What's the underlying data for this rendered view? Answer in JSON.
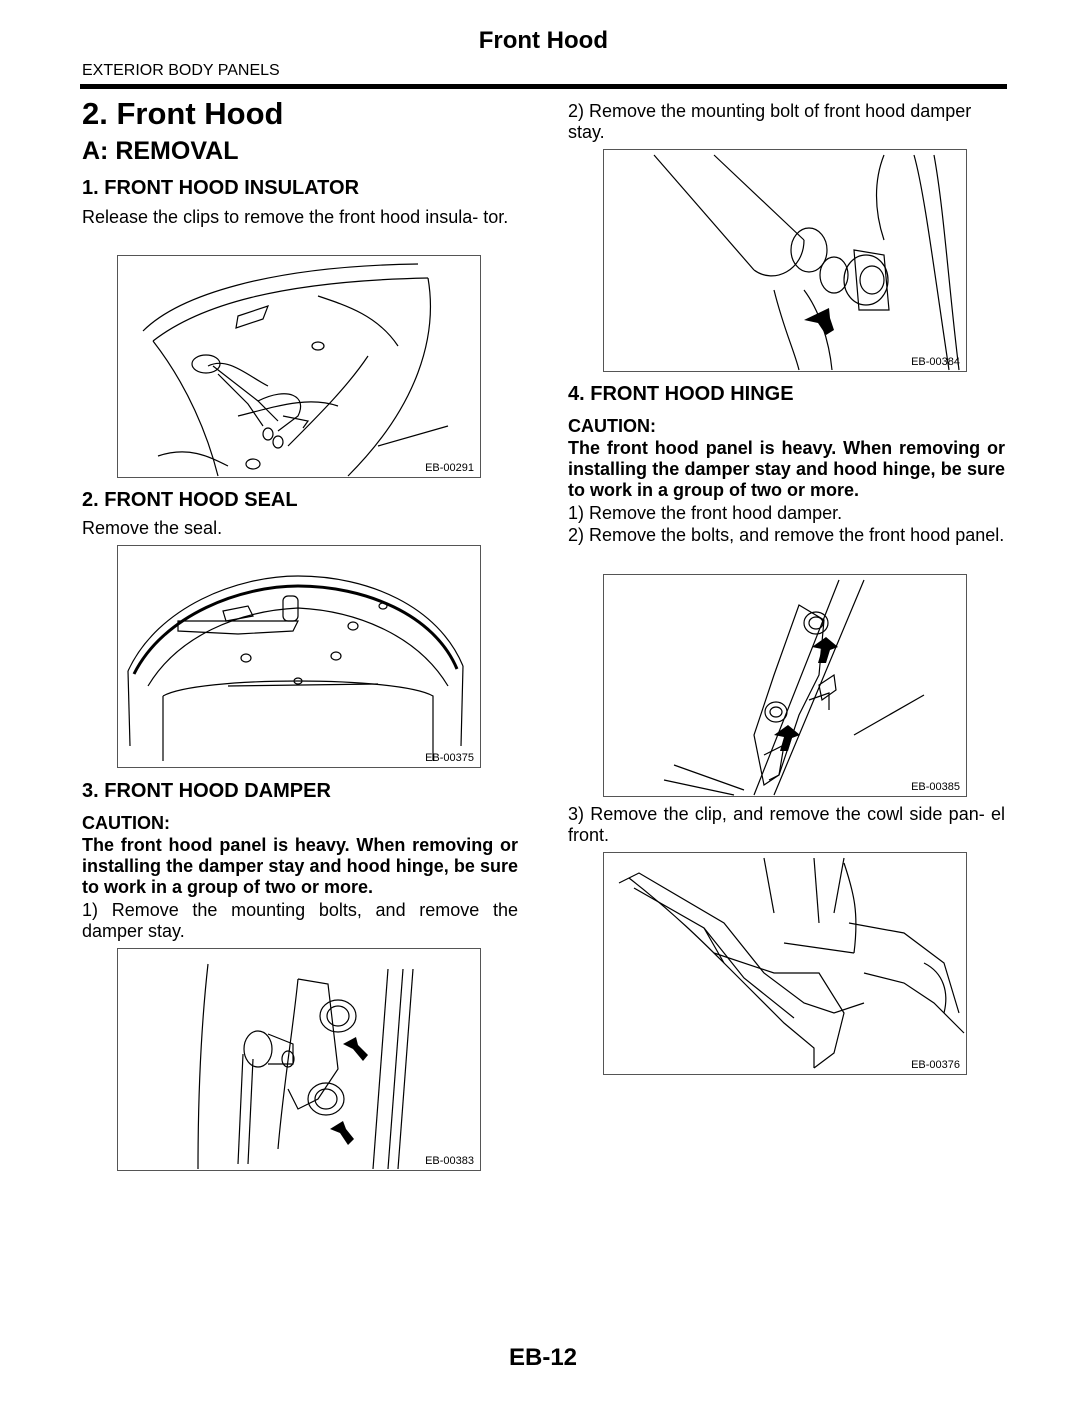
{
  "header": {
    "title": "Front Hood",
    "section": "EXTERIOR BODY PANELS"
  },
  "heading": {
    "main": "2.  Front Hood",
    "sub": "A:  REMOVAL"
  },
  "insulator": {
    "title": "1.  FRONT HOOD INSULATOR",
    "text": "Release the clips to remove the front hood insula- tor.",
    "figure_id": "EB-00291"
  },
  "seal": {
    "title": "2.  FRONT HOOD SEAL",
    "text": "Remove the seal.",
    "figure_id": "EB-00375"
  },
  "damper": {
    "title": "3.  FRONT HOOD DAMPER",
    "caution_label": "CAUTION:",
    "caution_text": "The front hood panel is heavy. When removing or installing the damper stay and hood hinge, be sure to work in a group of two or more.",
    "step1": "1) Remove the mounting bolts, and remove the damper stay.",
    "figure1_id": "EB-00383",
    "step2": "2) Remove the mounting bolt of front hood damper stay.",
    "figure2_id": "EB-00384"
  },
  "hinge": {
    "title": "4.  FRONT HOOD HINGE",
    "caution_label": "CAUTION:",
    "caution_text": "The front hood panel is heavy. When removing or installing the damper stay and hood hinge, be sure to work in a group of two or more.",
    "step1": "1) Remove the front hood damper.",
    "step2": "2) Remove the bolts, and remove the front hood panel.",
    "figure1_id": "EB-00385",
    "step3": "3) Remove the clip, and remove the cowl side pan- el front.",
    "figure2_id": "EB-00376"
  },
  "footer": {
    "page_number": "EB-12"
  }
}
